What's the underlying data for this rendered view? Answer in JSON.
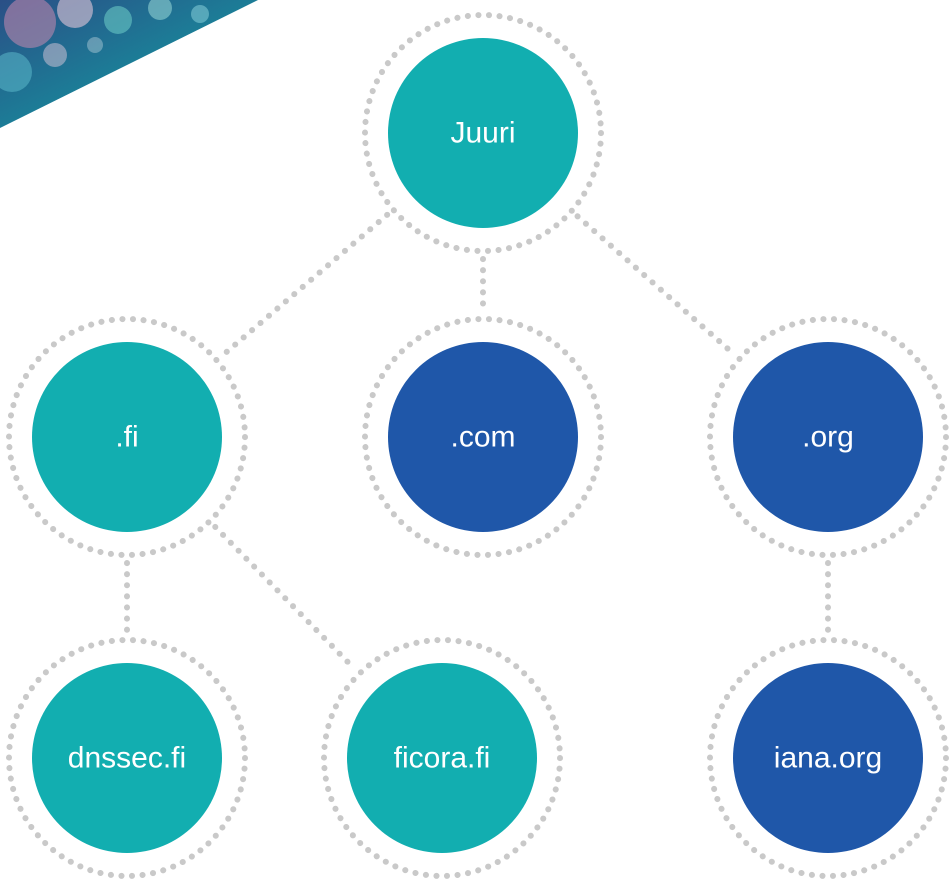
{
  "colors": {
    "teal": "#12aeb0",
    "blue": "#1f57a9",
    "dots": "#c9c9c9"
  },
  "nodes": [
    {
      "id": "juuri",
      "label": "Juuri",
      "color": "teal"
    },
    {
      "id": "fi",
      "label": ".fi",
      "color": "teal"
    },
    {
      "id": "com",
      "label": ".com",
      "color": "blue"
    },
    {
      "id": "org",
      "label": ".org",
      "color": "blue"
    },
    {
      "id": "dnssec",
      "label": "dnssec.fi",
      "color": "teal"
    },
    {
      "id": "ficora",
      "label": "ficora.fi",
      "color": "teal"
    },
    {
      "id": "iana",
      "label": "iana.org",
      "color": "blue"
    }
  ],
  "edges": [
    {
      "from": "juuri",
      "to": "fi"
    },
    {
      "from": "juuri",
      "to": "com"
    },
    {
      "from": "juuri",
      "to": "org"
    },
    {
      "from": "fi",
      "to": "dnssec"
    },
    {
      "from": "fi",
      "to": "ficora"
    },
    {
      "from": "org",
      "to": "iana"
    }
  ]
}
